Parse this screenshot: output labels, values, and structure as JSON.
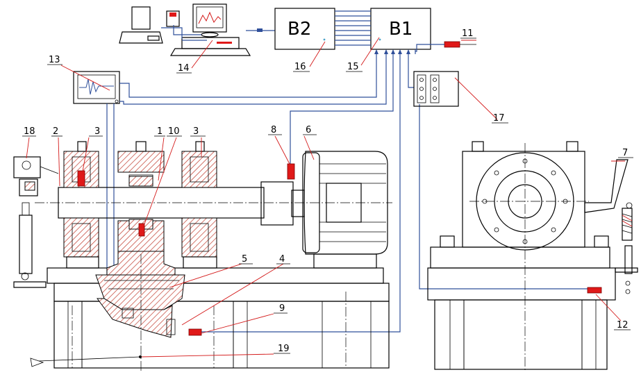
{
  "diagram": {
    "boxes": {
      "b1": "B1",
      "b2": "B2"
    },
    "labels": {
      "n1": "1",
      "n2": "2",
      "n3a": "3",
      "n3b": "3",
      "n4": "4",
      "n5": "5",
      "n6": "6",
      "n7": "7",
      "n8": "8",
      "n9": "9",
      "n10": "10",
      "n11": "11",
      "n12": "12",
      "n13": "13",
      "n14": "14",
      "n15": "15",
      "n16": "16",
      "n17": "17",
      "n18": "18",
      "n19": "19"
    },
    "colors": {
      "wire": "#2f4f9a",
      "sensor": "#e01919",
      "leader": "#d41a1a",
      "hatch": "#c0392b"
    }
  }
}
